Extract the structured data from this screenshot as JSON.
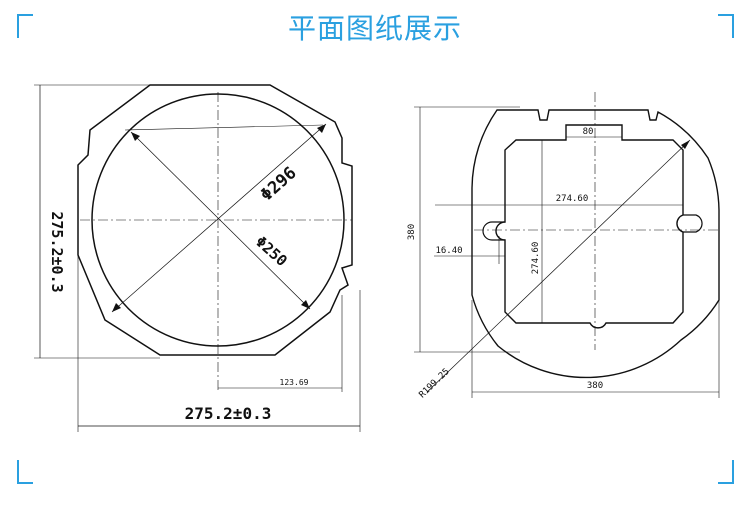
{
  "page": {
    "title": "平面图纸展示"
  },
  "left_drawing": {
    "diameter_outer_label": "Φ296",
    "diameter_inner_label": "Φ250",
    "dim_bottom_small": "123.69",
    "dim_bottom_main": "275.2±0.3",
    "dim_left_vertical": "275.2±0.3"
  },
  "right_drawing": {
    "dim_top_slot": "80",
    "dim_horizontal_inner": "274.60",
    "dim_vertical_inner": "274.60",
    "dim_left_notch": "16.40",
    "dim_left_overall": "380",
    "dim_bottom_overall": "380",
    "dim_radius": "R199.25"
  },
  "colors": {
    "accent": "#2aa0e0",
    "line": "#111111"
  }
}
